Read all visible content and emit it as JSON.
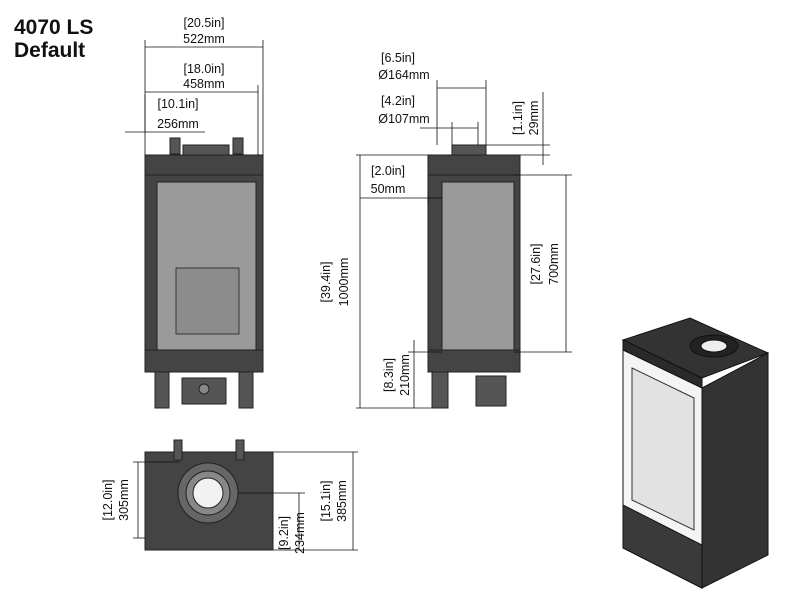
{
  "title": {
    "line1": "4070 LS",
    "line2": "Default"
  },
  "dimensions": {
    "width_outer": {
      "in": "[20.5in]",
      "mm": "522mm"
    },
    "width_inner": {
      "in": "[18.0in]",
      "mm": "458mm"
    },
    "flue_offset": {
      "in": "[10.1in]",
      "mm": "256mm"
    },
    "flue_outer": {
      "in": "[6.5in]",
      "mm": "Ø164mm"
    },
    "flue_inner": {
      "in": "[4.2in]",
      "mm": "Ø107mm"
    },
    "collar_height": {
      "in": "[1.1in]",
      "mm": "29mm"
    },
    "top_offset": {
      "in": "[2.0in]",
      "mm": "50mm"
    },
    "total_height": {
      "in": "[39.4in]",
      "mm": "1000mm"
    },
    "glass_height": {
      "in": "[27.6in]",
      "mm": "700mm"
    },
    "base_height": {
      "in": "[8.3in]",
      "mm": "210mm"
    },
    "plan_flue_depth": {
      "in": "[12.0in]",
      "mm": "305mm"
    },
    "plan_back_offset": {
      "in": "[9.2in]",
      "mm": "234mm"
    },
    "plan_depth": {
      "in": "[15.1in]",
      "mm": "385mm"
    }
  },
  "colors": {
    "body": "#444444",
    "glass": "#9a9a9a",
    "line": "#111111"
  }
}
